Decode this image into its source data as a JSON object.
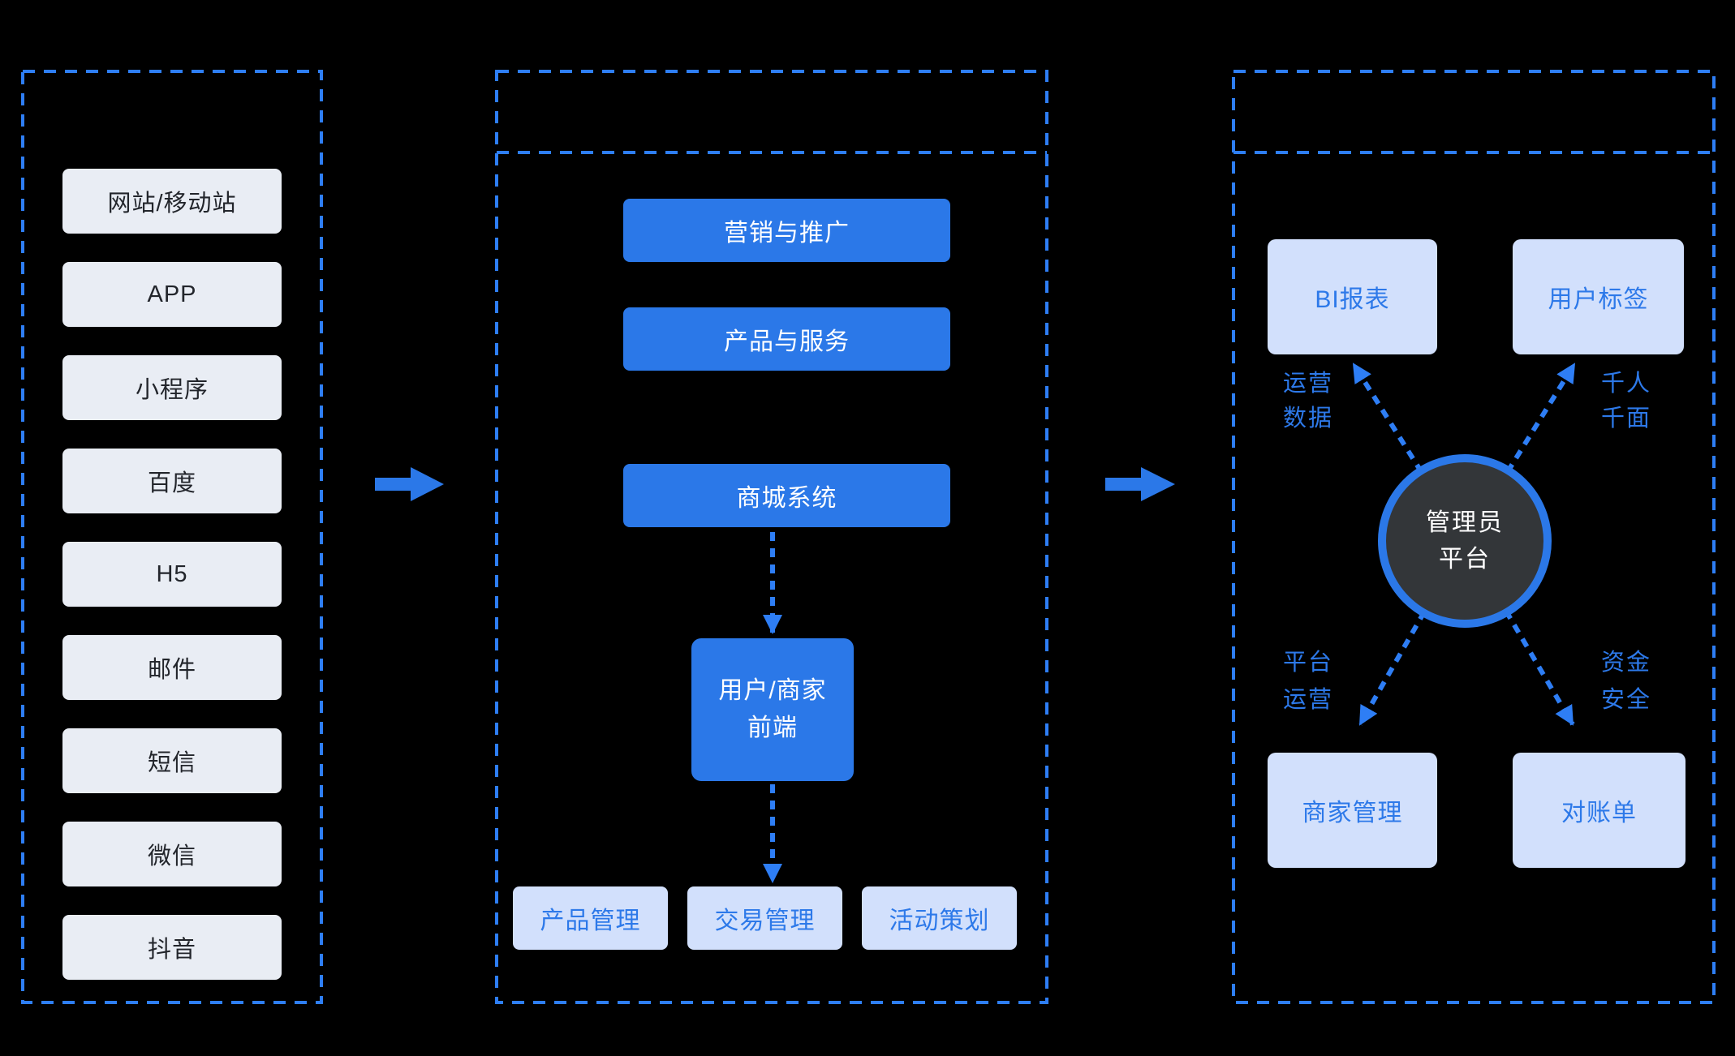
{
  "colors": {
    "background": "#000000",
    "solid_blue": "#2b78e8",
    "dashed_blue": "#2e7ef5",
    "light_blue_box": "#d2e0fc",
    "light_gray_box": "#e9edf4",
    "blue_text": "#2d79e9",
    "dark_text": "#22252b",
    "circle_fill": "#333639",
    "white_text": "#ffffff"
  },
  "icons": {
    "flow_arrow_1": "arrow-right-icon",
    "flow_arrow_2": "arrow-right-icon",
    "connector_down_1": "dashed-arrow-down-icon",
    "connector_down_2": "dashed-arrow-down-icon",
    "radial_top_left": "dashed-arrow-up-left-icon",
    "radial_top_right": "dashed-arrow-up-right-icon",
    "radial_bottom_left": "dashed-arrow-down-left-icon",
    "radial_bottom_right": "dashed-arrow-down-right-icon"
  },
  "left_panel": {
    "items": [
      "网站/移动站",
      "APP",
      "小程序",
      "百度",
      "H5",
      "邮件",
      "短信",
      "微信",
      "抖音"
    ]
  },
  "middle_panel": {
    "stack": [
      "营销与推广",
      "产品与服务",
      "商城系统"
    ],
    "frontend": "用户/商家\n前端",
    "bottom": [
      "产品管理",
      "交易管理",
      "活动策划"
    ]
  },
  "right_panel": {
    "top_boxes": [
      "BI报表",
      "用户标签"
    ],
    "bottom_boxes": [
      "商家管理",
      "对账单"
    ],
    "center_circle": "管理员\n平台",
    "labels": {
      "top_left": "运营\n数据",
      "top_right": "千人\n千面",
      "bottom_left": "平台\n运营",
      "bottom_right": "资金\n安全"
    }
  }
}
